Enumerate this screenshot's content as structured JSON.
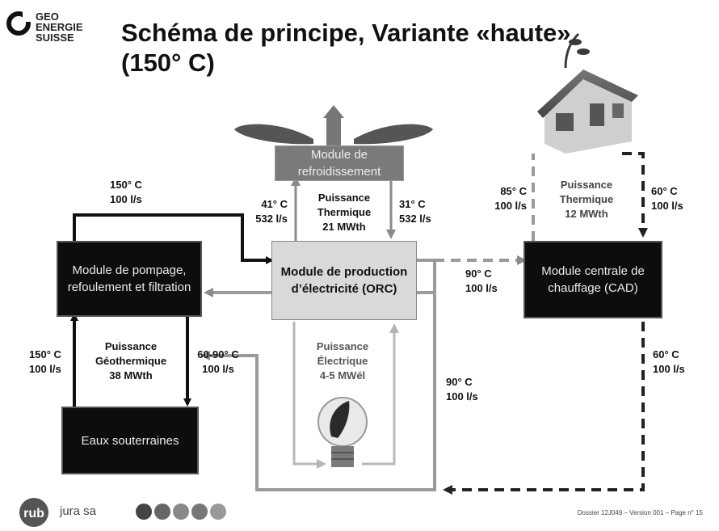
{
  "logo": {
    "lines": [
      "GEO",
      "ENERGIE",
      "SUISSE"
    ]
  },
  "title": {
    "line1": "Schéma de principe, Variante «haute»",
    "line2": "(150° C)"
  },
  "modules": {
    "refroidissement": "Module de refroidissement",
    "pompage": "Module de pompage, refoulement et filtration",
    "orc": "Module de production d’électricité (ORC)",
    "cad": "Module centrale de chauffage (CAD)",
    "eaux": "Eaux souterraines"
  },
  "labels": {
    "top_left_flow": [
      "150° C",
      "100 l/s"
    ],
    "cooling_in": [
      "41° C",
      "532 l/s"
    ],
    "cooling_power": [
      "Puissance",
      "Thermique",
      "21 MWth"
    ],
    "cooling_out": [
      "31° C",
      "532 l/s"
    ],
    "cad_in": [
      "85° C",
      "100 l/s"
    ],
    "cad_power": [
      "Puissance",
      "Thermique",
      "12 MWth"
    ],
    "cad_out_top": [
      "60° C",
      "100 l/s"
    ],
    "orc_to_cad": [
      "90° C",
      "100 l/s"
    ],
    "geo_up": [
      "150° C",
      "100 l/s"
    ],
    "geo_power": [
      "Puissance",
      "Géothermique",
      "38 MWth"
    ],
    "geo_down": [
      "60-90° C",
      "100 l/s"
    ],
    "elec_power": [
      "Puissance",
      "Électrique",
      "4-5 MWél"
    ],
    "return_flow": [
      "90° C",
      "100 l/s"
    ],
    "cad_out_right": [
      "60° C",
      "100 l/s"
    ]
  },
  "footer": {
    "company": "jura sa",
    "company_mark": "rub",
    "doc": "Dossier 12J049 – Version 001 – Page n° 15"
  }
}
